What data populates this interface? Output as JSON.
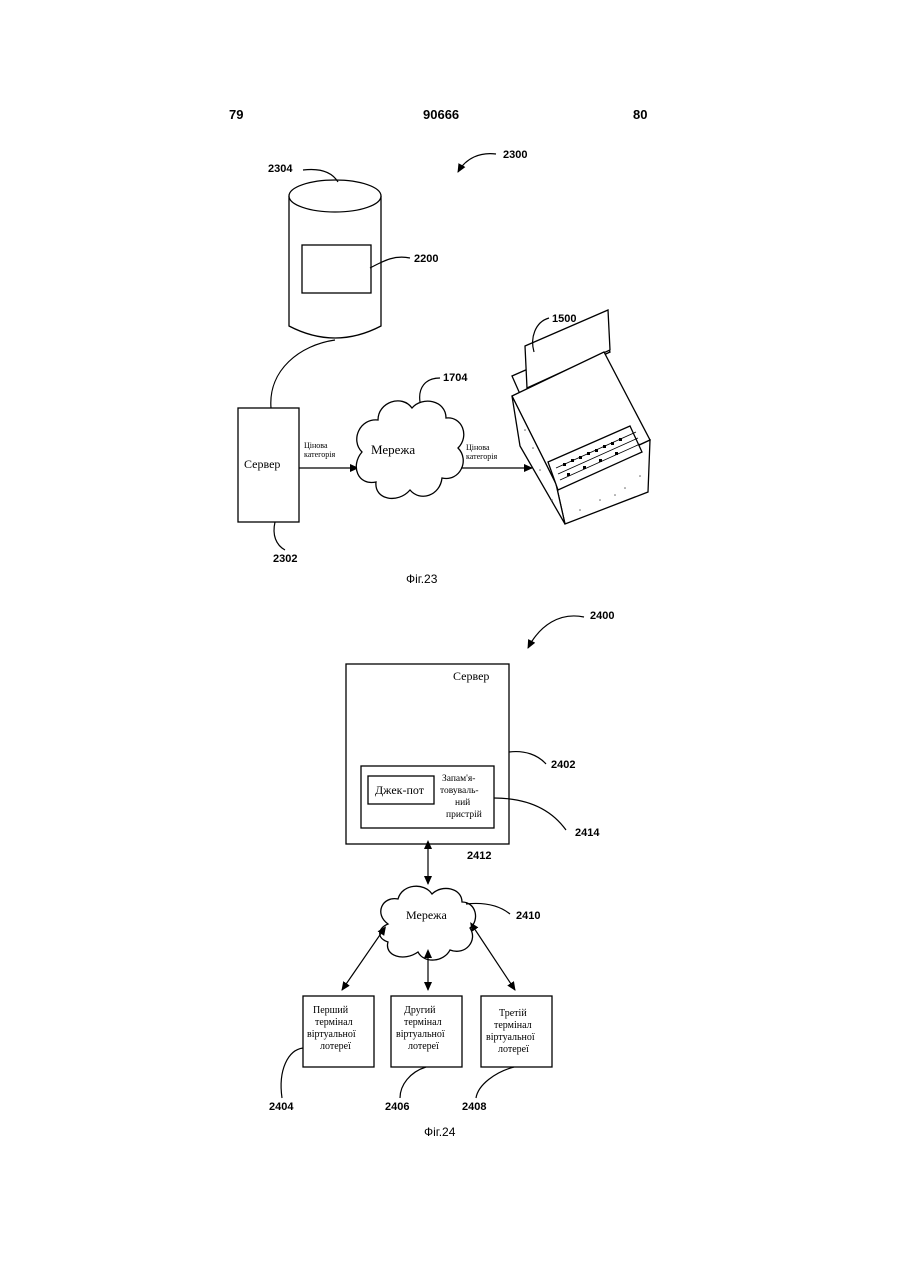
{
  "header": {
    "left": "79",
    "center": "90666",
    "right": "80"
  },
  "fig23": {
    "ref_fig": "2300",
    "ref_db": "2304",
    "ref_table": "2200",
    "ref_server": "2302",
    "ref_network": "1704",
    "ref_terminal": "1500",
    "server_label": "Сервер",
    "network_label": "Мережа",
    "arrow1_line1": "Цінова",
    "arrow1_line2": "категорія",
    "arrow2_line1": "Цінова",
    "arrow2_line2": "категорія",
    "caption": "Фіг.23"
  },
  "fig24": {
    "ref_fig": "2400",
    "ref_server": "2402",
    "ref_memory": "2414",
    "ref_jackpot": "2412",
    "ref_network": "2410",
    "ref_t1": "2404",
    "ref_t2": "2406",
    "ref_t3": "2408",
    "server_label": "Сервер",
    "jackpot_label": "Джек-пот",
    "memory_line1": "Запам'я-",
    "memory_line2": "товуваль-",
    "memory_line3": "ний",
    "memory_line4": "пристрій",
    "network_label": "Мережа",
    "t1_line1": "Перший",
    "t1_line2": "термінал",
    "t1_line3": "віртуальної",
    "t1_line4": "лотереї",
    "t2_line1": "Другий",
    "t2_line2": "термінал",
    "t2_line3": "віртуальної",
    "t2_line4": "лотереї",
    "t3_line1": "Третій",
    "t3_line2": "термінал",
    "t3_line3": "віртуальної",
    "t3_line4": "лотереї",
    "caption": "Фіг.24"
  }
}
